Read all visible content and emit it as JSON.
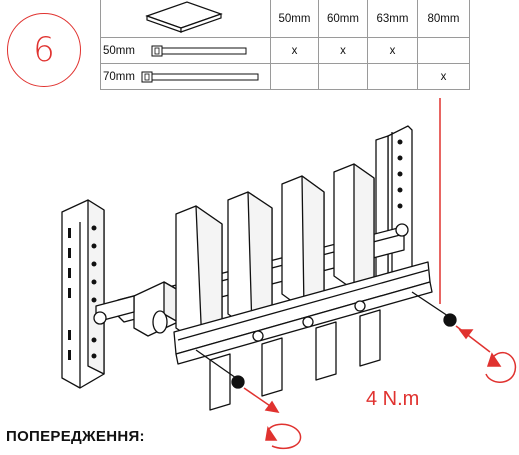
{
  "step": {
    "number": "6"
  },
  "spec_table": {
    "header": [
      "50mm",
      "60mm",
      "63mm",
      "80mm"
    ],
    "rows": [
      {
        "label": "50mm",
        "marks": [
          "x",
          "x",
          "x",
          ""
        ]
      },
      {
        "label": "70mm",
        "marks": [
          "",
          "",
          "",
          "x"
        ]
      }
    ]
  },
  "torque": "4 N.m",
  "warning_title": "ПОПЕРЕДЖЕННЯ:",
  "colors": {
    "accent": "#e0322f",
    "line": "#111111"
  },
  "icons": [
    "shelf-board-icon",
    "cable-tie-icon",
    "rotation-arrow-icon",
    "rack-assembly-illustration"
  ]
}
